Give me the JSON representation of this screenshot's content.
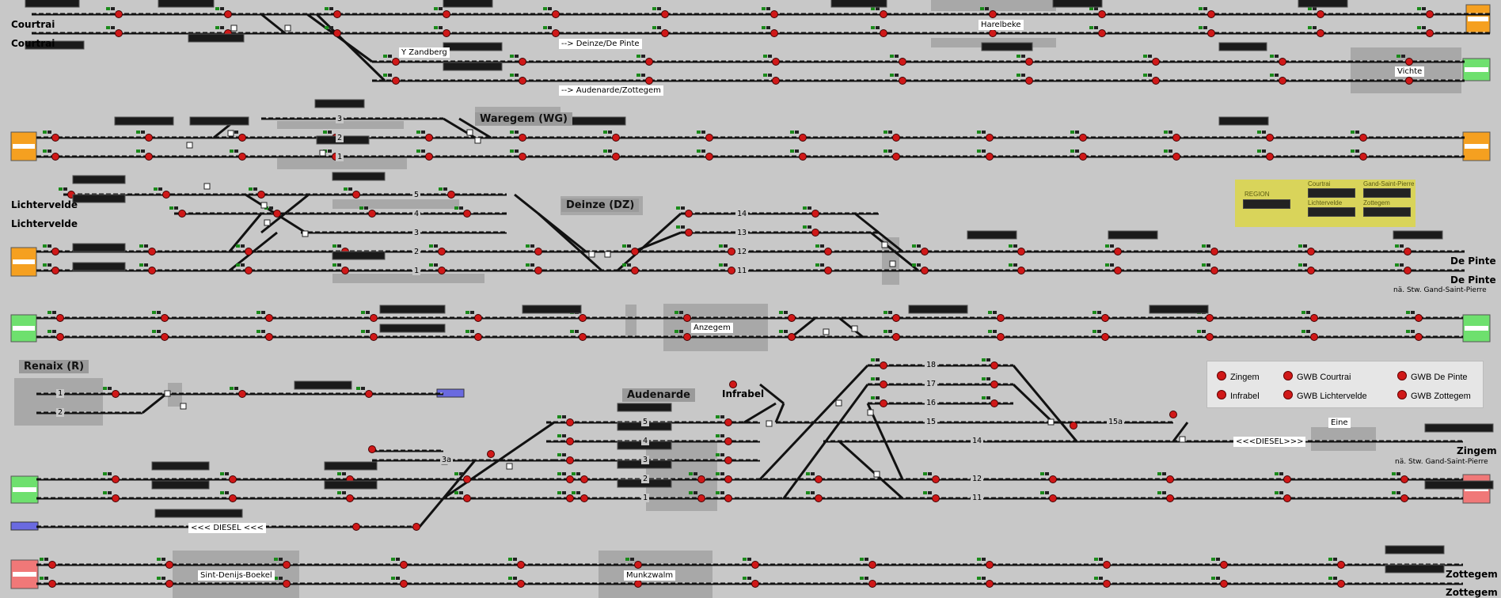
{
  "app": {
    "title": "Stellwerk Waregem"
  },
  "stations": {
    "courtrai": "Courtrai",
    "lichtervelde": "Lichtervelde",
    "de_pinte": "De Pinte",
    "na_stw_gand": "nä. Stw. Gand-Saint-Pierre",
    "zingem": "Zingem",
    "zottegem": "Zottegem",
    "waregem": "Waregem (WG)",
    "deinze": "Deinze (DZ)",
    "renaix": "Renaix (R)",
    "audenarde": "Audenarde",
    "infrabel": "Infrabel",
    "harelbeke": "Harelbeke",
    "vichte": "Vichte",
    "anzegem": "Anzegem",
    "eine": "Eine",
    "sint_denijs": "Sint-Denijs-Boekel",
    "munkzwalm": "Munkzwalm",
    "zandberg": "Y Zandberg",
    "to_deinze": "--> Deinze/De Pinte",
    "to_audenarde": "--> Audenarde/Zottegem",
    "diesel_right": "<<<DIESEL>>>",
    "diesel_left": "<<< DIESEL <<<"
  },
  "track_numbers": {
    "wg": [
      "3",
      "2",
      "1"
    ],
    "dz_a": [
      "5",
      "4",
      "3",
      "2",
      "1"
    ],
    "dz_b": [
      "14",
      "13",
      "12",
      "11"
    ],
    "renaix": [
      "1",
      "2"
    ],
    "aud_a": [
      "5",
      "4",
      "3",
      "2",
      "1",
      "3a"
    ],
    "aud_b": [
      "18",
      "17",
      "16",
      "15",
      "15a",
      "14",
      "12",
      "11"
    ]
  },
  "region_panel": {
    "region": "REGION",
    "courtrai": "Courtrai",
    "lichtervelde": "Lichtervelde",
    "gand": "Gand-Saint-Pierre",
    "zottegem": "Zottegem"
  },
  "legend": {
    "items": [
      "Zingem",
      "GWB Courtrai",
      "GWB De Pinte",
      "Infrabel",
      "GWB Lichtervelde",
      "GWB Zottegem"
    ]
  },
  "colors": {
    "background": "#c8c8c8",
    "track": "#111111",
    "signal_red": "#d01818",
    "signal_green": "#1a8a1a",
    "entry_orange": "#f5a020",
    "entry_green": "#6ee06e",
    "entry_red": "#f07878",
    "entry_blue": "#6a6ae0",
    "region_yellow": "#d9d45a"
  }
}
